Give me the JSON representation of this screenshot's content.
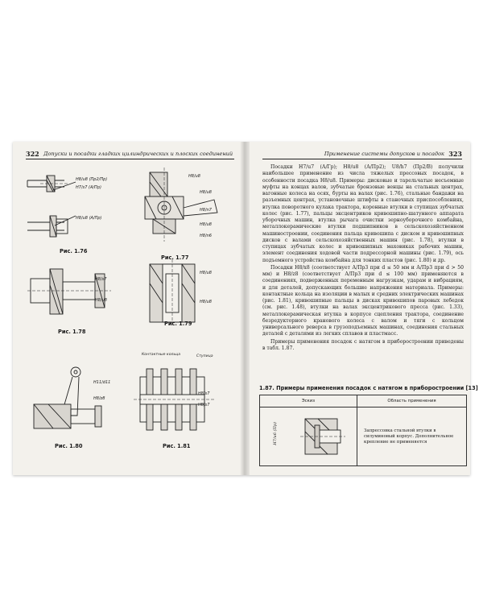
{
  "left_page": {
    "page_number": "322",
    "running_header": "Допуски и посадки гладких цилиндрических и плоских соединений",
    "figure_captions": [
      "Рис. 1.76",
      "Рис. 1.77",
      "Рис. 1.78",
      "Рис. 1.79",
      "Рис. 1.80",
      "Рис. 1.81"
    ],
    "callouts": {
      "f176a": "H8/u8 (Пр2/Пр)",
      "f176b": "H7/s7 (A/Пр)",
      "f176c": "H8/u8 (A/Пр)",
      "f177a": "H8/u8",
      "f177b": "H8/u8",
      "f177c": "H8/n7",
      "f177d": "H8/u8",
      "f177e": "H8/n6",
      "f178a": "H8/s7",
      "f178b": "H8/u8",
      "f179a": "H8/u8",
      "f179b": "H8/u8",
      "f180a": "H11/d11",
      "f180b": "H8/z8",
      "f181a": "H8/s7",
      "f181b": "H8/s7",
      "f181_label1": "Контактные кольца",
      "f181_label2": "Ступица"
    }
  },
  "right_page": {
    "page_number": "323",
    "running_header": "Применение системы допусков и посадок",
    "paragraphs": [
      "Посадки H7/u7 (А/Гр); H8/u8 (А/Пр2); U8/h7 (Пр2/В) получили наибольшее применение из числа тяжелых прессовых посадок, в особенности посадка H8/u8. Примеры: дисковые и тарельчатые несъемные муфты на концах валов, зубчатые бронзовые венцы на стальных центрах, вагонные колеса на осях, бурты на валах (рис. 1.76), стальные бандажи на разъемных центрах, установочные штифты в станочных приспособлениях, втулка поворотного кулака трактора, коронные втулки в ступицах зубчатых колес (рис. 1.77), пальцы эксцентриков кривошипно-шатунного аппарата уборочных машин, втулка рычага очистки зерноуборочного комбайна, металлокерамические втулки подшипников в сельскохозяйственном машиностроении, соединения пальца кривошипа с диском и кривошипных дисков с валами сельскохозяйственных машин (рис. 1.78), втулки в ступицах зубчатых колес и кривошипных маховиках рабочих машин, элемент соединения ходовой части подрессорной машины (рис. 1.79), ось подъемного устройства комбайна для тонких пластов (рис. 1.80) и др.",
      "Посадки H8/x8 (соответствует А/Пр3 при d ≤ 50 мм и А/Пр3 при d > 50 мм) и H8/z8 (соответствует А/Пр3 при d ≤ 100 мм) применяются в соединениях, подверженных переменным нагрузкам, ударам и вибрациям, и для деталей, допускающих большие напряжения материала. Примеры: контактные кольца на изоляции в малых и средних электрических машинах (рис. 1.81), кривошипные пальцы в дисках кривошипов паровых лебедок (см. рис. 1.48), втулки на валах эксцентрикового пресса (рис. 1.33), металлокерамическая втулка в корпусе сцепления трактора, соединение безредукторного кранового колеса с валом и тяги с кольцом универсального реверса в грузоподъемных машинах, соединения стальных деталей с деталями из легких сплавов и пластмасс.",
      "Примеры применения посадок с натягом в приборостроении приведены в табл. 1.87."
    ],
    "table": {
      "title": "1.87. Примеры применения посадок с натягом в приборостроении [13]",
      "headers": [
        "Эскиз",
        "Область применения"
      ],
      "rows": [
        {
          "sketch_callout": "H7/u6 (Пр)",
          "text": "Запрессовка стальной втулки в силуминовый корпус. Дополнительное крепление не применяется"
        }
      ]
    }
  }
}
